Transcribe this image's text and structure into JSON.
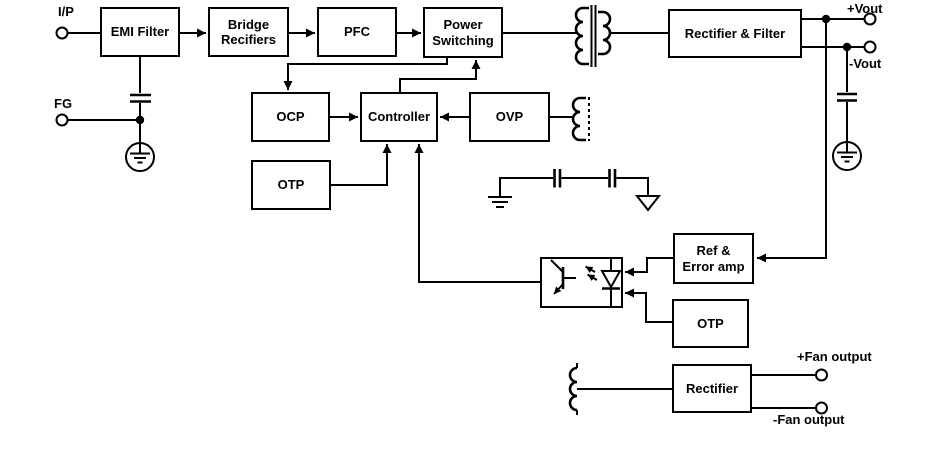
{
  "diagram_type": "power-supply-block-diagram",
  "colors": {
    "background": "#ffffff",
    "line": "#000000",
    "text": "#000000"
  },
  "blocks": {
    "emi_filter": {
      "label": "EMI Filter"
    },
    "bridge_rectifiers": {
      "line1": "Bridge",
      "line2": "Recifiers"
    },
    "pfc": {
      "label": "PFC"
    },
    "power_switching": {
      "line1": "Power",
      "line2": "Switching"
    },
    "rectifier_filter": {
      "label": "Rectifier & Filter"
    },
    "ocp": {
      "label": "OCP"
    },
    "controller": {
      "label": "Controller"
    },
    "ovp": {
      "label": "OVP"
    },
    "otp_primary": {
      "label": "OTP"
    },
    "ref_error_amp": {
      "line1": "Ref &",
      "line2": "Error amp"
    },
    "otp_secondary": {
      "label": "OTP"
    },
    "fan_rectifier": {
      "label": "Rectifier"
    }
  },
  "terminals": {
    "input": {
      "label": "I/P"
    },
    "fg": {
      "label": "FG"
    },
    "vout_plus": {
      "label": "+Vout"
    },
    "vout_minus": {
      "label": "-Vout"
    },
    "fan_plus": {
      "label": "+Fan output"
    },
    "fan_minus": {
      "label": "-Fan output"
    }
  },
  "symbols": {
    "main_transformer": "transformer-with-core",
    "aux_winding": "winding-dashed-core",
    "fan_winding": "winding",
    "optocoupler": "photocoupler-led-phototransistor",
    "y_capacitors": "two-series-capacitors",
    "protective_earth": "earth-in-circle",
    "signal_ground": "earth-bars",
    "chassis_ground": "open-triangle"
  }
}
